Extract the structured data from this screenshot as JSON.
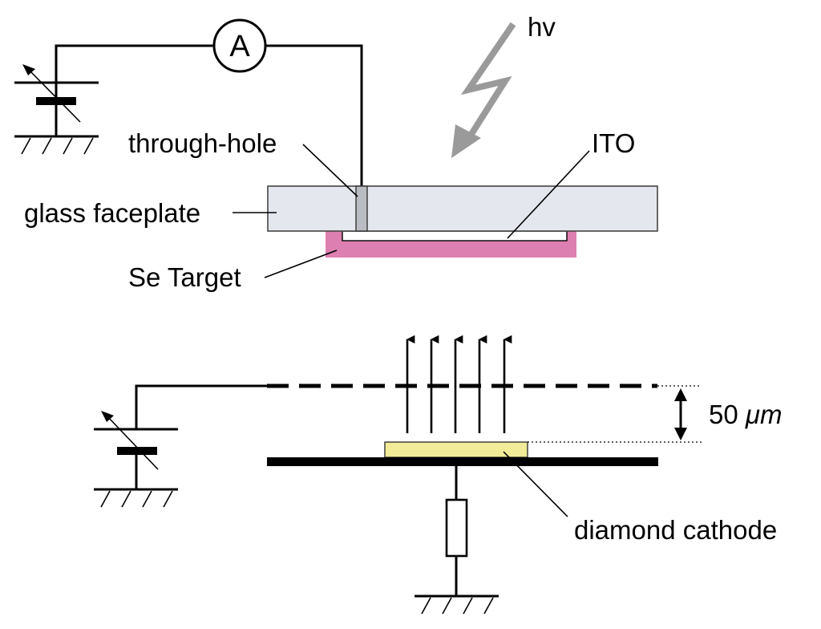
{
  "labels": {
    "photon": "hv",
    "ammeter": "A",
    "through_hole": "through-hole",
    "ito": "ITO",
    "glass_faceplate": "glass faceplate",
    "se_target": "Se Target",
    "gap_value": "50 ",
    "gap_unit": "μm",
    "diamond_cathode": "diamond cathode"
  },
  "colors": {
    "glass": "#e4e7ee",
    "glass_stroke": "#444444",
    "se_target": "#dd7fb0",
    "ito": "#ffffff",
    "through_hole": "#b9bcc2",
    "photon_arrow": "#9a9a9a",
    "diamond": "#f2ec98",
    "plate": "#000000"
  },
  "diagram": {
    "electron_arrow_count": 5
  }
}
